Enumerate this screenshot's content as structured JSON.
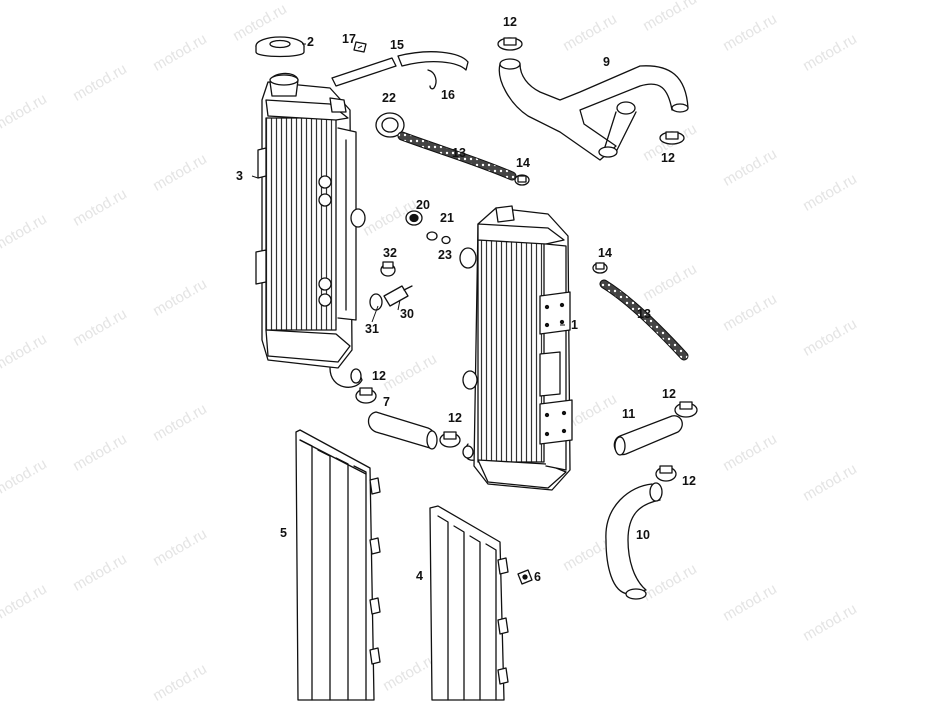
{
  "watermark": "motod.ru",
  "callouts": [
    {
      "id": "c2",
      "text": "2"
    },
    {
      "id": "c17",
      "text": "17"
    },
    {
      "id": "c15",
      "text": "15"
    },
    {
      "id": "c12a",
      "text": "12"
    },
    {
      "id": "c9",
      "text": "9"
    },
    {
      "id": "c16",
      "text": "16"
    },
    {
      "id": "c22",
      "text": "22"
    },
    {
      "id": "c13a",
      "text": "13"
    },
    {
      "id": "c14a",
      "text": "14"
    },
    {
      "id": "c12b",
      "text": "12"
    },
    {
      "id": "c3",
      "text": "3"
    },
    {
      "id": "c20",
      "text": "20"
    },
    {
      "id": "c21",
      "text": "21"
    },
    {
      "id": "c23",
      "text": "23"
    },
    {
      "id": "c32",
      "text": "32"
    },
    {
      "id": "c14b",
      "text": "14"
    },
    {
      "id": "c30",
      "text": "30"
    },
    {
      "id": "c31",
      "text": "31"
    },
    {
      "id": "c1",
      "text": "1"
    },
    {
      "id": "c13b",
      "text": "13"
    },
    {
      "id": "c12c",
      "text": "12"
    },
    {
      "id": "c7",
      "text": "7"
    },
    {
      "id": "c12d",
      "text": "12"
    },
    {
      "id": "c11",
      "text": "11"
    },
    {
      "id": "c12e",
      "text": "12"
    },
    {
      "id": "c12f",
      "text": "12"
    },
    {
      "id": "c5",
      "text": "5"
    },
    {
      "id": "c10",
      "text": "10"
    },
    {
      "id": "c4",
      "text": "4"
    },
    {
      "id": "c6",
      "text": "6"
    }
  ]
}
